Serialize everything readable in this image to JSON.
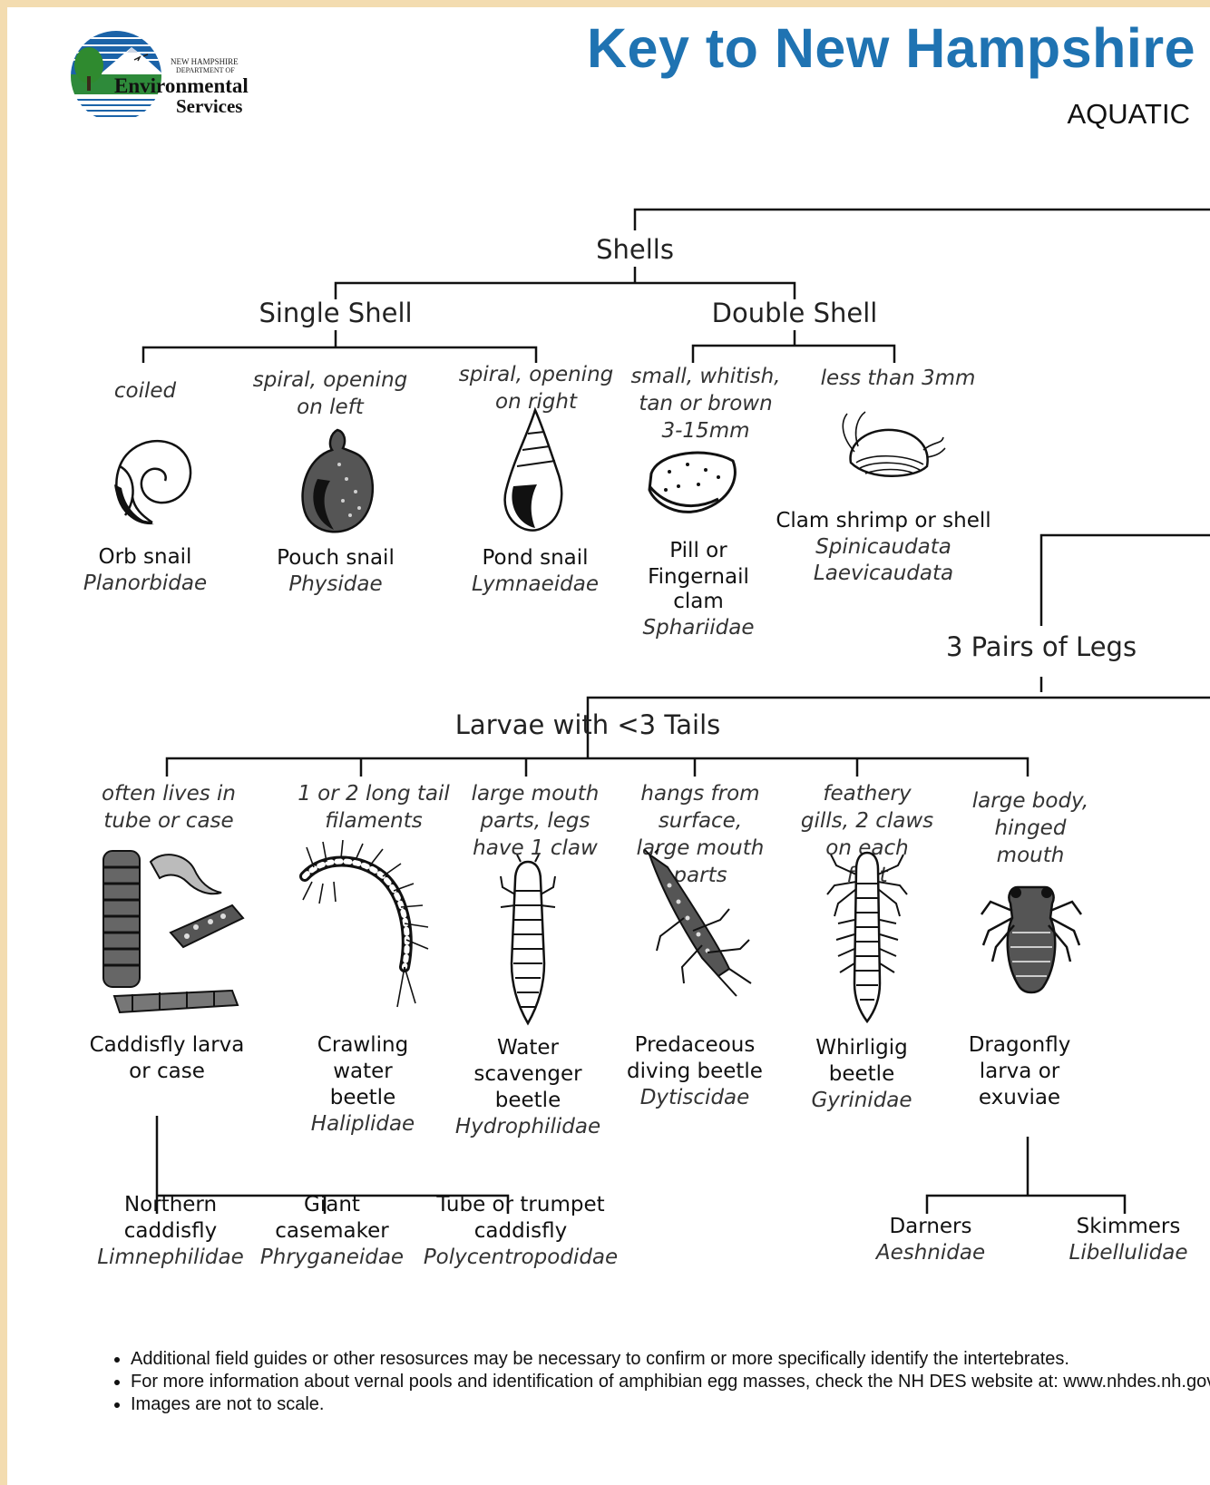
{
  "header": {
    "logo_text": {
      "line1": "NEW HAMPSHIRE",
      "line2": "DEPARTMENT OF",
      "line3": "Environmental",
      "line4": "Services"
    },
    "title": "Key to New Hampshire",
    "subtitle": "AQUATIC"
  },
  "colors": {
    "title_blue": "#1f73b2",
    "border_tan": "#f3dcb0",
    "logo_blue": "#1b63a8",
    "logo_green": "#2e8a3a"
  },
  "branches": {
    "shells": "Shells",
    "single_shell": "Single Shell",
    "double_shell": "Double Shell",
    "three_pairs": "3 Pairs of Legs",
    "larvae": "Larvae with <3 Tails"
  },
  "shells": [
    {
      "desc": [
        "coiled"
      ],
      "name": [
        "Orb snail"
      ],
      "sci": "Planorbidae",
      "icon": "orb-snail-icon"
    },
    {
      "desc": [
        "spiral, opening",
        "on left"
      ],
      "name": [
        "Pouch snail"
      ],
      "sci": "Physidae",
      "icon": "pouch-snail-icon"
    },
    {
      "desc": [
        "spiral, opening",
        "on right"
      ],
      "name": [
        "Pond snail"
      ],
      "sci": "Lymnaeidae",
      "icon": "pond-snail-icon"
    },
    {
      "desc": [
        "small, whitish,",
        "tan or brown",
        "3-15mm"
      ],
      "name": [
        "Pill or",
        "Fingernail",
        "clam"
      ],
      "sci": "Sphariidae",
      "icon": "clam-icon"
    },
    {
      "desc": [
        "less than 3mm"
      ],
      "name": [
        "Clam shrimp or shell"
      ],
      "sci": [
        "Spinicaudata",
        "Laevicaudata"
      ],
      "icon": "clam-shrimp-icon"
    }
  ],
  "larvae": [
    {
      "desc": [
        "often lives in",
        "tube or case"
      ],
      "name": [
        "Caddisfly larva",
        "or case"
      ],
      "sci": "",
      "icon": "caddisfly-icon"
    },
    {
      "desc": [
        "1 or 2 long tail",
        "filaments"
      ],
      "name": [
        "Crawling",
        "water",
        "beetle"
      ],
      "sci": "Haliplidae",
      "icon": "crawling-beetle-icon"
    },
    {
      "desc": [
        "large mouth",
        "parts, legs",
        "have 1 claw"
      ],
      "name": [
        "Water",
        "scavenger",
        "beetle"
      ],
      "sci": "Hydrophilidae",
      "icon": "scavenger-beetle-icon"
    },
    {
      "desc": [
        "hangs from",
        "surface,",
        "large mouth",
        "parts"
      ],
      "name": [
        "Predaceous",
        "diving beetle"
      ],
      "sci": "Dytiscidae",
      "icon": "diving-beetle-icon"
    },
    {
      "desc": [
        "feathery",
        "gills, 2 claws",
        "on each",
        "foot"
      ],
      "name": [
        "Whirligig",
        "beetle"
      ],
      "sci": "Gyrinidae",
      "icon": "whirligig-icon"
    },
    {
      "desc": [
        "large body,",
        "hinged",
        "mouth"
      ],
      "name": [
        "Dragonfly",
        "larva or",
        "exuviae"
      ],
      "sci": "",
      "icon": "dragonfly-icon"
    }
  ],
  "caddis_subtypes": [
    {
      "name": [
        "Northern",
        "caddisfly"
      ],
      "sci": "Limnephilidae"
    },
    {
      "name": [
        "Giant",
        "casemaker"
      ],
      "sci": "Phryganeidae"
    },
    {
      "name": [
        "Tube or trumpet",
        "caddisfly"
      ],
      "sci": "Polycentropodidae"
    }
  ],
  "dragonfly_subtypes": [
    {
      "name": [
        "Darners"
      ],
      "sci": "Aeshnidae"
    },
    {
      "name": [
        "Skimmers"
      ],
      "sci": "Libellulidae"
    }
  ],
  "notes": [
    "Additional field guides or other resosurces may be necessary to confirm or more specifically identify the intertebrates.",
    "For more information about vernal pools and identification of amphibian egg masses, check the NH DES website at: www.nhdes.nh.gov",
    "Images are not to scale."
  ]
}
